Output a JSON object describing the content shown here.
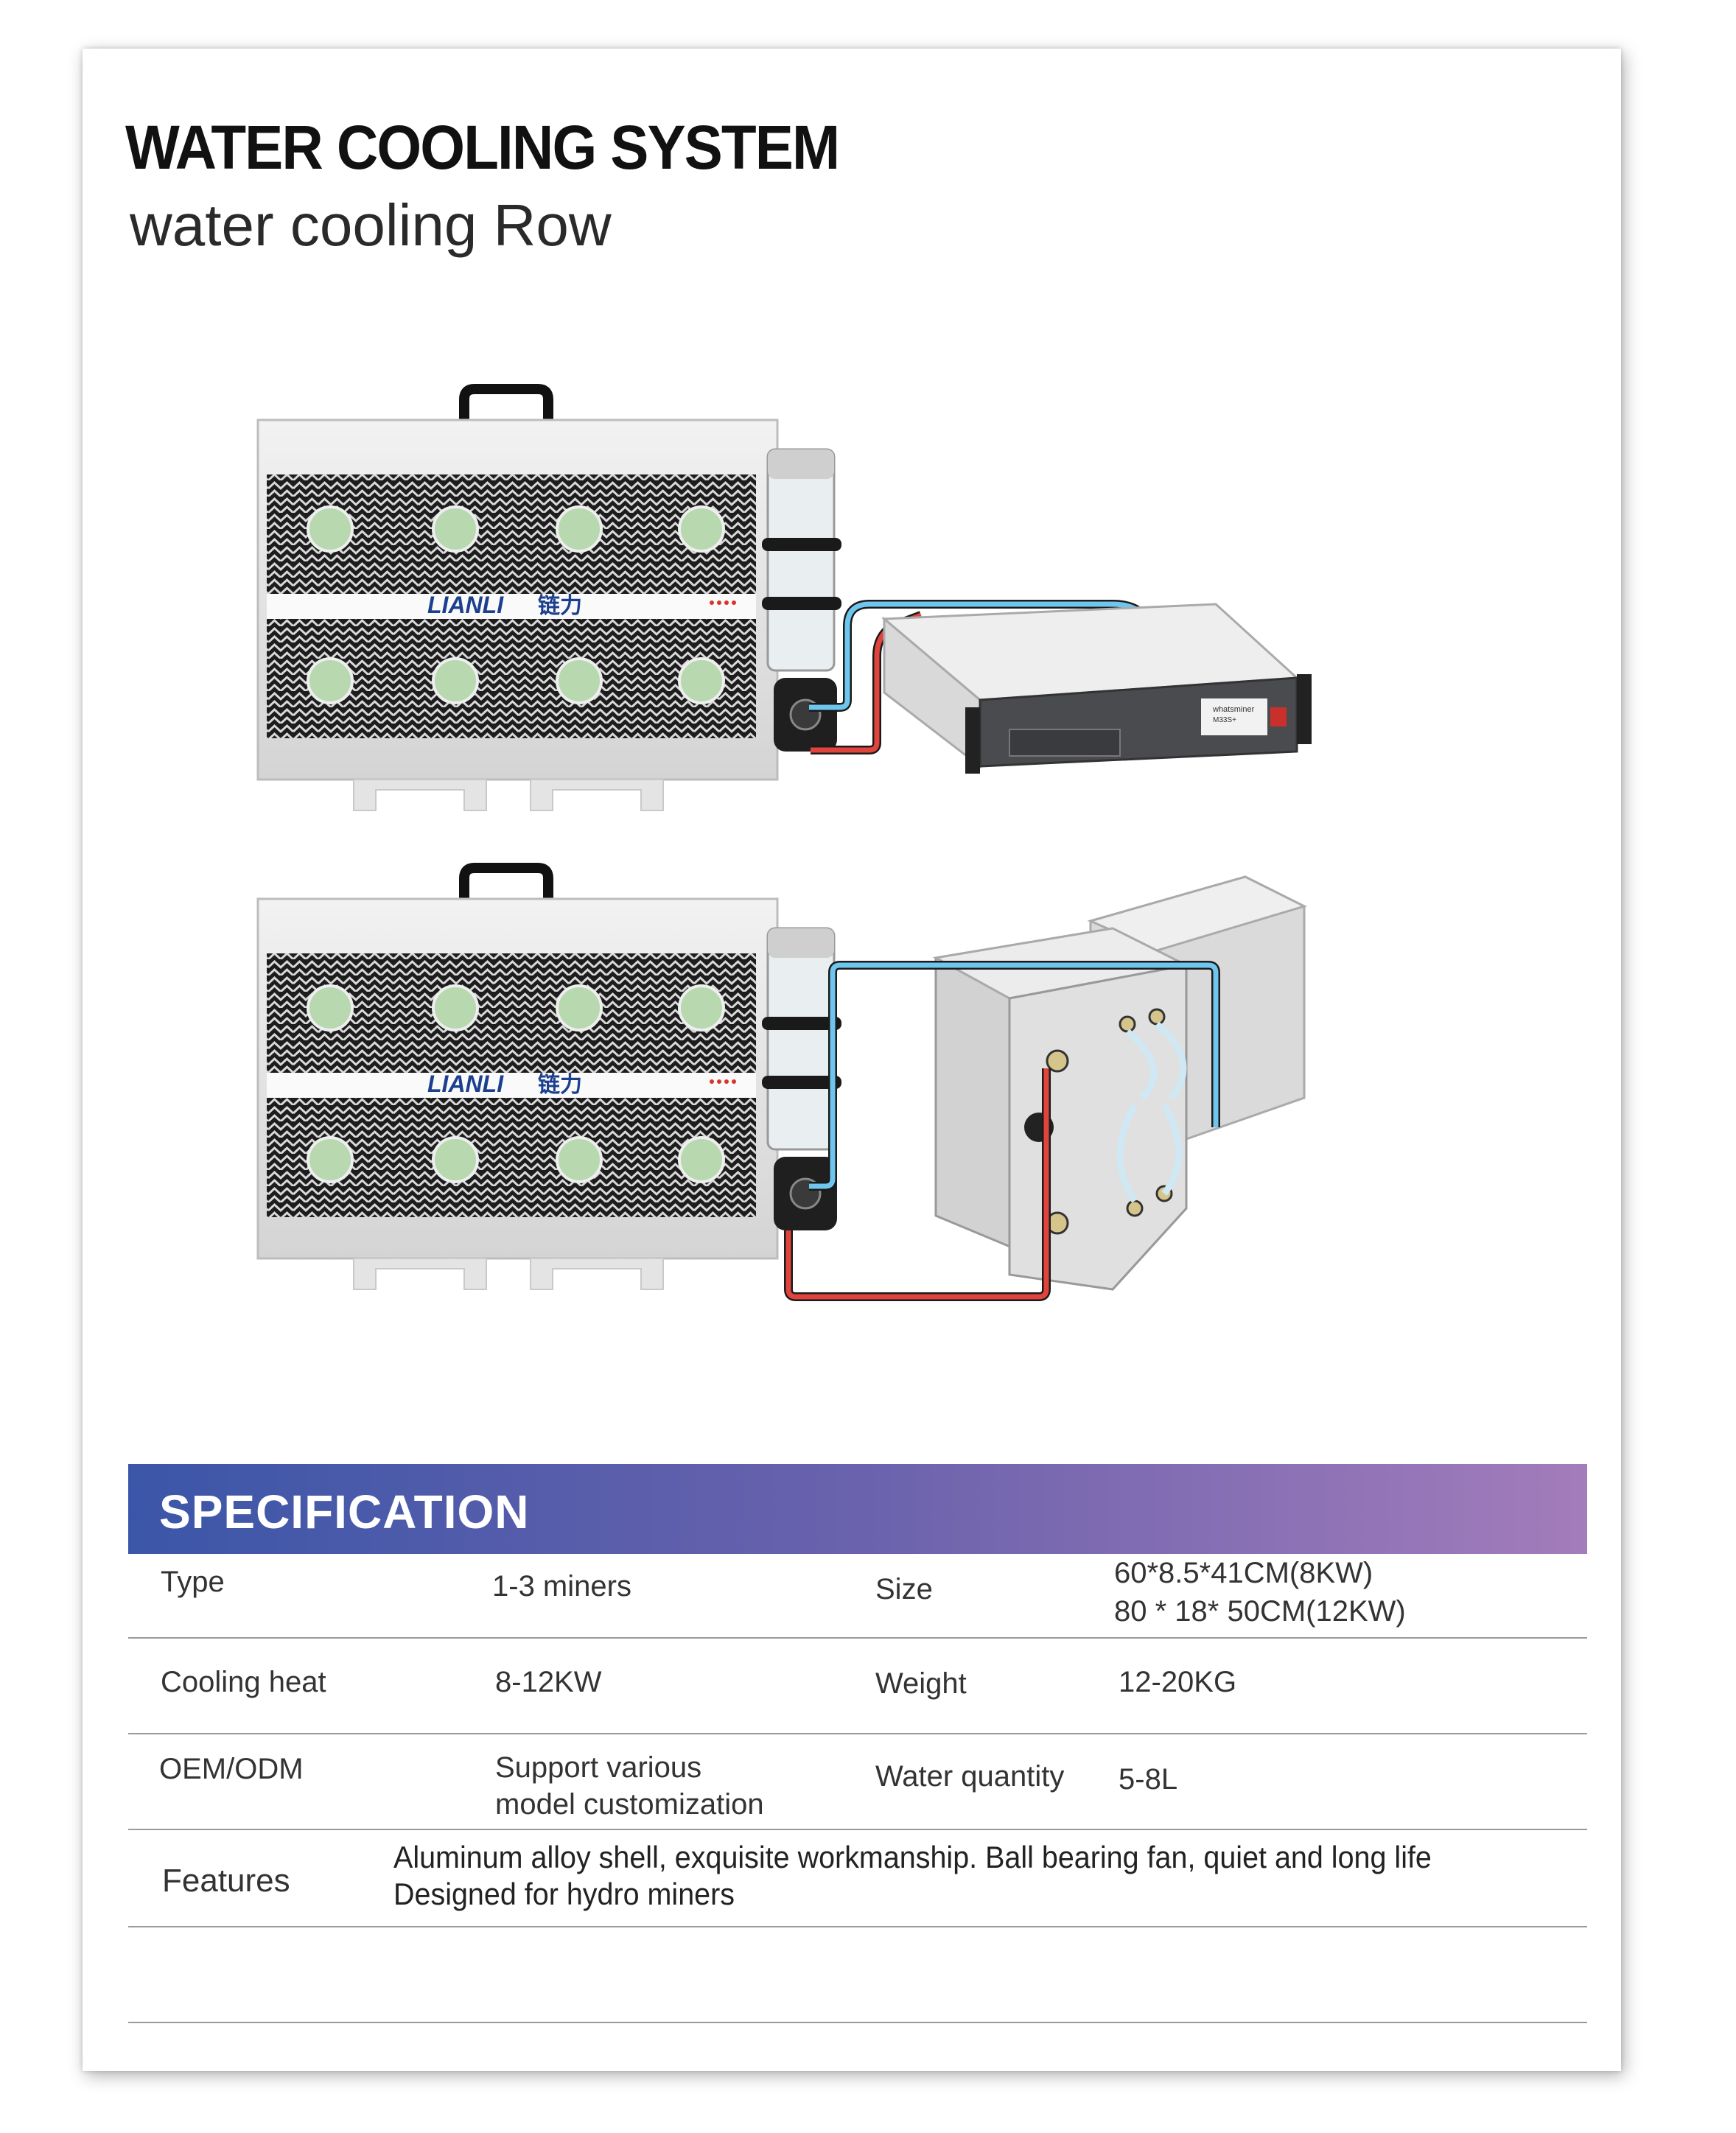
{
  "heading": {
    "title": "WATER COOLING SYSTEM",
    "subtitle": "water cooling Row"
  },
  "figures": {
    "radiator_brand": "LIANLI",
    "radiator_brand_cn": "链力",
    "miner_brand": "whatsminer",
    "miner_model": "M33S+",
    "colors": {
      "cold_pipe": "#6ec6ee",
      "hot_pipe": "#e0443c",
      "pipe_outline": "#1a1a1a"
    }
  },
  "specification": {
    "title": "SPECIFICATION",
    "rows": [
      {
        "label1": "Type",
        "value1": "1-3 miners",
        "label2": "Size",
        "value2_line1": "60*8.5*41CM(8KW)",
        "value2_line2": "80 * 18* 50CM(12KW)"
      },
      {
        "label1": "Cooling heat",
        "value1": "8-12KW",
        "label2": "Weight",
        "value2": "12-20KG"
      },
      {
        "label1": "OEM/ODM",
        "value1_line1": "Support various",
        "value1_line2": "model customization",
        "label2": "Water quantity",
        "value2": "5-8L"
      }
    ],
    "features": {
      "label": "Features",
      "line1": "Aluminum alloy shell, exquisite workmanship. Ball bearing fan, quiet and long life",
      "line2": "Designed for hydro miners"
    }
  }
}
